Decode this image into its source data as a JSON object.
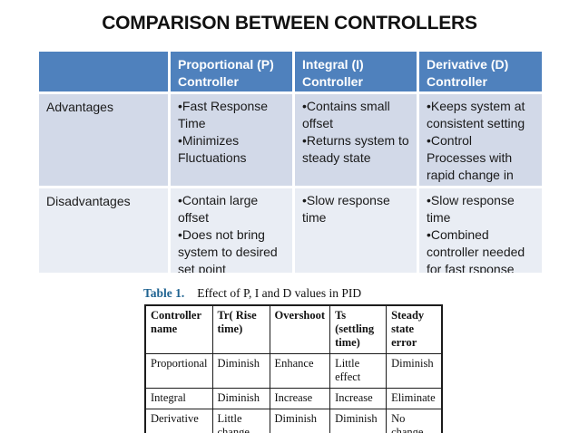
{
  "title": "COMPARISON BETWEEN CONTROLLERS",
  "colors": {
    "table_header_blue": "#4f81bd",
    "band_dark": "#d2d9e8",
    "band_light": "#e9edf4",
    "caption_blue": "#1f6391"
  },
  "comparison_table": {
    "corner": "",
    "headers": [
      "Proportional (P) Controller",
      "Integral (I) Controller",
      "Derivative (D) Controller"
    ],
    "rows": [
      {
        "label": "Advantages",
        "cells": [
          [
            "•Fast Response Time",
            "•Minimizes Fluctuations"
          ],
          [
            "•Contains small offset",
            "•Returns system to steady state"
          ],
          [
            "•Keeps system at consistent setting",
            "•Control Processes with rapid change in outputs"
          ]
        ]
      },
      {
        "label": "Disadvantages",
        "cells": [
          [
            "•Contain large offset",
            "•Does not bring system to desired set point"
          ],
          [
            "•Slow response time"
          ],
          [
            "•Slow response time",
            "•Combined controller needed for fast rsponse"
          ]
        ]
      }
    ]
  },
  "pid_effects_table": {
    "caption_label": "Table 1.",
    "caption_text": "Effect of P, I and D values in PID",
    "headers": [
      "Controller name",
      "Tr( Rise time)",
      "Overshoot",
      "Ts (settling time)",
      "Steady state error"
    ],
    "rows": [
      [
        "Proportional",
        "Diminish",
        "Enhance",
        "Little effect",
        "Diminish"
      ],
      [
        "Integral",
        "Diminish",
        "Increase",
        "Increase",
        "Eliminate"
      ],
      [
        "Derivative",
        "Little change",
        "Diminish",
        "Diminish",
        "No change"
      ]
    ]
  }
}
